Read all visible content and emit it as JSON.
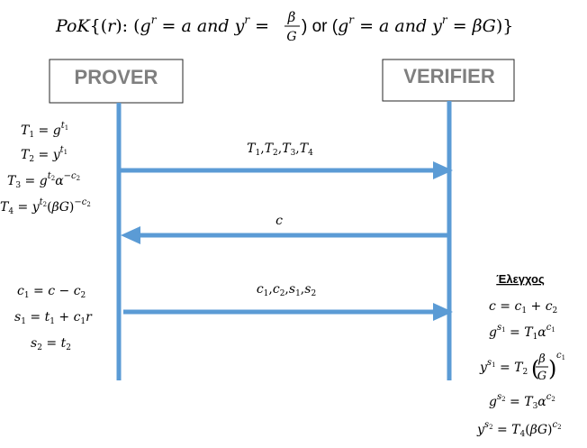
{
  "title": {
    "lead": "PoK",
    "brace_open": "{(",
    "r1": "r",
    "paren_close_colon": "): (",
    "g1": "g",
    "r_exp1": "r",
    "eq1": " = ",
    "a1": "a",
    "and1": " and ",
    "y1": "y",
    "r_exp2": "r",
    "eq2": " = ",
    "frac_num": "β",
    "frac_den": "G",
    "or_text": ") or (",
    "g2": "g",
    "r_exp3": "r",
    "eq3": " = ",
    "a2": "a",
    "and2": " and ",
    "y2": "y",
    "r_exp4": "r",
    "eq4": " = ",
    "betaG": "βG",
    "closing": ")}"
  },
  "parties": {
    "prover": "PROVER",
    "verifier": "VERIFIER"
  },
  "colors": {
    "lifeline": "#5b9bd5",
    "arrow": "#5b9bd5",
    "box_border": "#262626",
    "party_text": "#7f7f7f"
  },
  "messages": {
    "m1": {
      "label": "T1,T2,T3,T4",
      "direction": "prover-to-verifier"
    },
    "m2": {
      "label": "c",
      "direction": "verifier-to-prover"
    },
    "m3": {
      "label": "c1,c2,s1,s2",
      "direction": "prover-to-verifier"
    }
  },
  "prover_step1": [
    "T1 = g^t1",
    "T2 = y^t1",
    "T3 = g^t2 α^−c2",
    "T4 = y^t2 (βG)^−c2"
  ],
  "prover_step2": [
    "c1 = c − c2",
    "s1 = t1 + c1 r",
    "s2 = t2"
  ],
  "verifier": {
    "heading": "Έλεγχος",
    "checks": [
      "c = c1 + c2",
      "g^s1 = T1 α^c1",
      "y^s1 = T2 (β/G)^c1",
      "g^s2 = T3 α^c2",
      "y^s2 = T4 (βG)^c2"
    ]
  }
}
